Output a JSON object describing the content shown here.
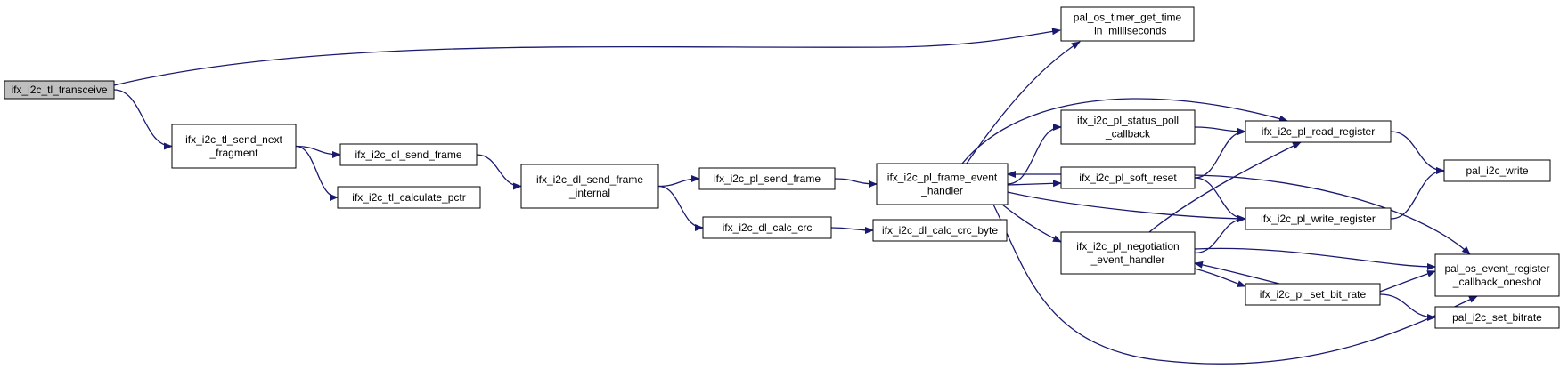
{
  "colors": {
    "edge": "#191970",
    "root_fill": "#bfbfbf",
    "node_fill": "#ffffff",
    "border": "#000000"
  },
  "nodes": [
    {
      "id": "transceive",
      "lines": [
        "ifx_i2c_tl_transceive"
      ],
      "root": true
    },
    {
      "id": "tl_send_next",
      "lines": [
        "ifx_i2c_tl_send_next",
        "_fragment"
      ]
    },
    {
      "id": "dl_send_frame",
      "lines": [
        "ifx_i2c_dl_send_frame"
      ]
    },
    {
      "id": "tl_calc_pctr",
      "lines": [
        "ifx_i2c_tl_calculate_pctr"
      ]
    },
    {
      "id": "dl_send_frame_internal",
      "lines": [
        "ifx_i2c_dl_send_frame",
        "_internal"
      ]
    },
    {
      "id": "pl_send_frame",
      "lines": [
        "ifx_i2c_pl_send_frame"
      ]
    },
    {
      "id": "dl_calc_crc",
      "lines": [
        "ifx_i2c_dl_calc_crc"
      ]
    },
    {
      "id": "dl_calc_crc_byte",
      "lines": [
        "ifx_i2c_dl_calc_crc_byte"
      ]
    },
    {
      "id": "pl_frame_event_handler",
      "lines": [
        "ifx_i2c_pl_frame_event",
        "_handler"
      ]
    },
    {
      "id": "timer_get_time",
      "lines": [
        "pal_os_timer_get_time",
        "_in_milliseconds"
      ]
    },
    {
      "id": "pl_status_poll",
      "lines": [
        "ifx_i2c_pl_status_poll",
        "_callback"
      ]
    },
    {
      "id": "pl_soft_reset",
      "lines": [
        "ifx_i2c_pl_soft_reset"
      ]
    },
    {
      "id": "pl_negotiation",
      "lines": [
        "ifx_i2c_pl_negotiation",
        "_event_handler"
      ]
    },
    {
      "id": "pl_read_register",
      "lines": [
        "ifx_i2c_pl_read_register"
      ]
    },
    {
      "id": "pl_write_register",
      "lines": [
        "ifx_i2c_pl_write_register"
      ]
    },
    {
      "id": "pl_set_bit_rate",
      "lines": [
        "ifx_i2c_pl_set_bit_rate"
      ]
    },
    {
      "id": "pal_i2c_write",
      "lines": [
        "pal_i2c_write"
      ]
    },
    {
      "id": "event_register",
      "lines": [
        "pal_os_event_register",
        "_callback_oneshot"
      ]
    },
    {
      "id": "i2c_set_bitrate",
      "lines": [
        "pal_i2c_set_bitrate"
      ]
    }
  ],
  "edges": [
    {
      "from": "transceive",
      "to": "timer_get_time"
    },
    {
      "from": "transceive",
      "to": "tl_send_next"
    },
    {
      "from": "tl_send_next",
      "to": "dl_send_frame"
    },
    {
      "from": "tl_send_next",
      "to": "tl_calc_pctr"
    },
    {
      "from": "dl_send_frame",
      "to": "dl_send_frame_internal"
    },
    {
      "from": "dl_send_frame_internal",
      "to": "pl_send_frame"
    },
    {
      "from": "dl_send_frame_internal",
      "to": "dl_calc_crc"
    },
    {
      "from": "pl_send_frame",
      "to": "pl_frame_event_handler"
    },
    {
      "from": "dl_calc_crc",
      "to": "dl_calc_crc_byte"
    },
    {
      "from": "pl_frame_event_handler",
      "to": "timer_get_time"
    },
    {
      "from": "pl_frame_event_handler",
      "to": "pl_read_register"
    },
    {
      "from": "pl_frame_event_handler",
      "to": "pl_status_poll"
    },
    {
      "from": "pl_frame_event_handler",
      "to": "pl_soft_reset"
    },
    {
      "from": "pl_frame_event_handler",
      "to": "pl_write_register"
    },
    {
      "from": "pl_frame_event_handler",
      "to": "pl_negotiation"
    },
    {
      "from": "pl_frame_event_handler",
      "to": "event_register"
    },
    {
      "from": "pl_status_poll",
      "to": "pl_read_register"
    },
    {
      "from": "pl_soft_reset",
      "to": "pl_frame_event_handler"
    },
    {
      "from": "pl_soft_reset",
      "to": "pl_read_register"
    },
    {
      "from": "pl_soft_reset",
      "to": "pl_write_register"
    },
    {
      "from": "pl_soft_reset",
      "to": "event_register"
    },
    {
      "from": "pl_negotiation",
      "to": "pl_read_register"
    },
    {
      "from": "pl_negotiation",
      "to": "pl_write_register"
    },
    {
      "from": "pl_negotiation",
      "to": "event_register"
    },
    {
      "from": "pl_negotiation",
      "to": "pl_set_bit_rate"
    },
    {
      "from": "pl_read_register",
      "to": "pal_i2c_write"
    },
    {
      "from": "pl_write_register",
      "to": "pal_i2c_write"
    },
    {
      "from": "pl_set_bit_rate",
      "to": "pl_negotiation"
    },
    {
      "from": "pl_set_bit_rate",
      "to": "event_register"
    },
    {
      "from": "pl_set_bit_rate",
      "to": "i2c_set_bitrate"
    }
  ]
}
